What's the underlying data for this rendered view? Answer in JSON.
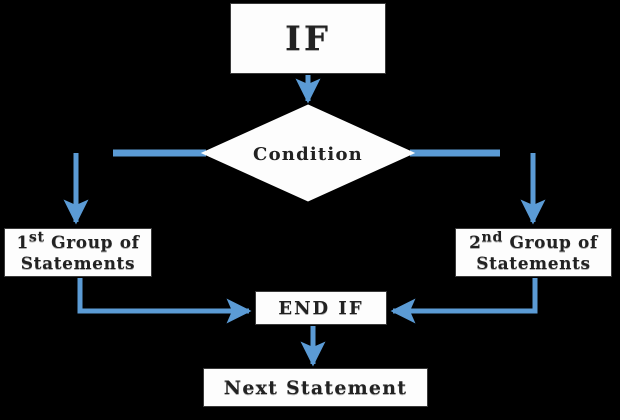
{
  "diagram": {
    "title": "IF statement flowchart",
    "background_color": "#000000",
    "node_fill_color": "#fdfdfd",
    "node_text_color": "#222222",
    "connector_color": "#5b9bd5",
    "nodes": {
      "if": {
        "label": "IF",
        "shape": "rectangle"
      },
      "condition": {
        "label": "Condition",
        "shape": "diamond"
      },
      "group1": {
        "label_prefix": "1",
        "label_ordinal": "st",
        "label_rest": " Group of",
        "label_line2": "Statements",
        "shape": "rectangle"
      },
      "group2": {
        "label_prefix": "2",
        "label_ordinal": "nd",
        "label_rest": " Group of",
        "label_line2": "Statements",
        "shape": "rectangle"
      },
      "end_if": {
        "label": "END IF",
        "shape": "rectangle"
      },
      "next_statement": {
        "label": "Next Statement",
        "shape": "rectangle"
      }
    },
    "edges": [
      {
        "name": "if-to-condition",
        "from": "if",
        "to": "condition",
        "label": ""
      },
      {
        "name": "condition-to-group1",
        "from": "condition",
        "to": "group1",
        "label": ""
      },
      {
        "name": "condition-to-group2",
        "from": "condition",
        "to": "group2",
        "label": ""
      },
      {
        "name": "group1-to-endif",
        "from": "group1",
        "to": "end_if",
        "label": ""
      },
      {
        "name": "group2-to-endif",
        "from": "group2",
        "to": "end_if",
        "label": ""
      },
      {
        "name": "endif-to-next",
        "from": "end_if",
        "to": "next_statement",
        "label": ""
      }
    ]
  }
}
